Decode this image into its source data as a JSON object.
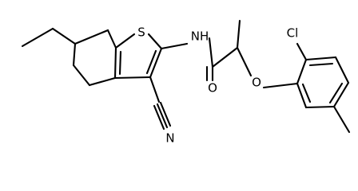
{
  "atoms": {
    "sulfur": "S",
    "amide_nh": "NH",
    "nitrile_n": "N",
    "carbonyl_o": "O",
    "ether_o": "O",
    "chlorine": "Cl"
  }
}
